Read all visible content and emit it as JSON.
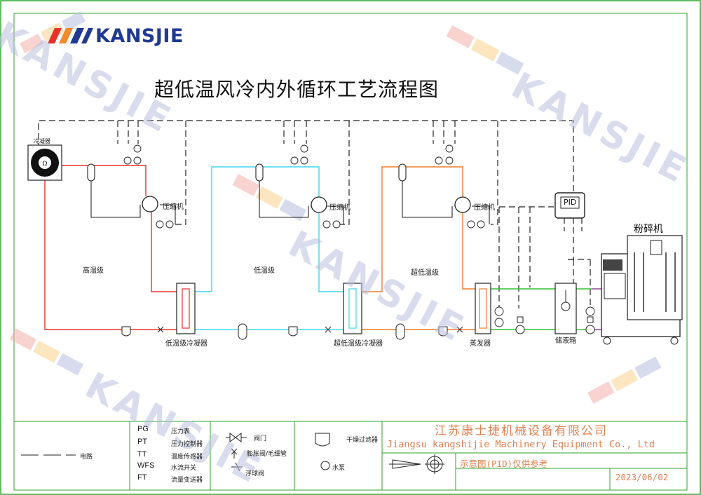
{
  "brand": {
    "name": "KANSJIE"
  },
  "title": "超低温风冷内外循环工艺流程图",
  "labels": {
    "condenser": "冷凝器",
    "compressor1": "压缩机",
    "compressor2": "压缩机",
    "compressor3": "压缩机",
    "stage_high": "高温级",
    "stage_low": "低温级",
    "stage_ultra": "超低温级",
    "hx1": "低温级冷凝器",
    "hx2": "超低温级冷凝器",
    "evaporator": "蒸发器",
    "tank": "储液箱",
    "pid": "PID",
    "grinder": "粉碎机"
  },
  "legend": {
    "circuit": "电路",
    "instruments": [
      {
        "code": "PG",
        "name": "压力表"
      },
      {
        "code": "PT",
        "name": "压力控制器"
      },
      {
        "code": "TT",
        "name": "温度传感器"
      },
      {
        "code": "WFS",
        "name": "水流开关"
      },
      {
        "code": "FT",
        "name": "流量变送器"
      }
    ],
    "valve": "阀门",
    "expansion": "膨胀阀/毛细管",
    "float": "浮球阀",
    "filter": "干燥过滤器",
    "pump": "水泵"
  },
  "company": {
    "name_cn": "江苏康士捷机械设备有限公司",
    "name_en": "Jiangsu kangshijie Machinery Equipment Co., Ltd",
    "note": "示意图(PID)仅供参考",
    "date": "2023/06/02"
  },
  "watermarks": [
    "KANSJIE",
    "KANSJIE",
    "KANSJIE",
    "KANSJIE"
  ],
  "colors": {
    "high_stage": "#e8312a",
    "low_stage": "#3fd6e8",
    "ultra_stage": "#f07b2a",
    "water": "#2fc22f",
    "brand": "#1f3a8f",
    "company": "#e08050"
  }
}
